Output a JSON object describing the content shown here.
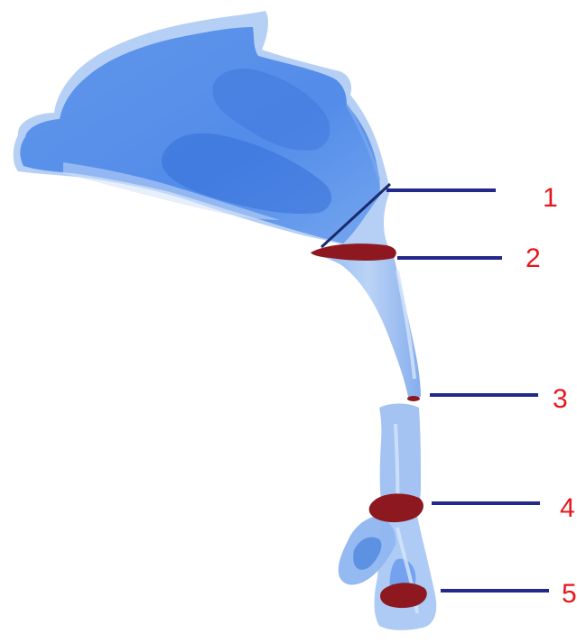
{
  "figure": {
    "colors": {
      "airway_fill": "#4a86e8",
      "airway_light": "#a9c8f3",
      "airway_deep": "#2f6fd6",
      "cross_section": "#8e1820",
      "leader_line": "#24288a",
      "label_text": "#e8151b",
      "background": "#ffffff"
    },
    "callouts": [
      {
        "label": "1"
      },
      {
        "label": "2"
      },
      {
        "label": "3"
      },
      {
        "label": "4"
      },
      {
        "label": "5"
      }
    ]
  }
}
